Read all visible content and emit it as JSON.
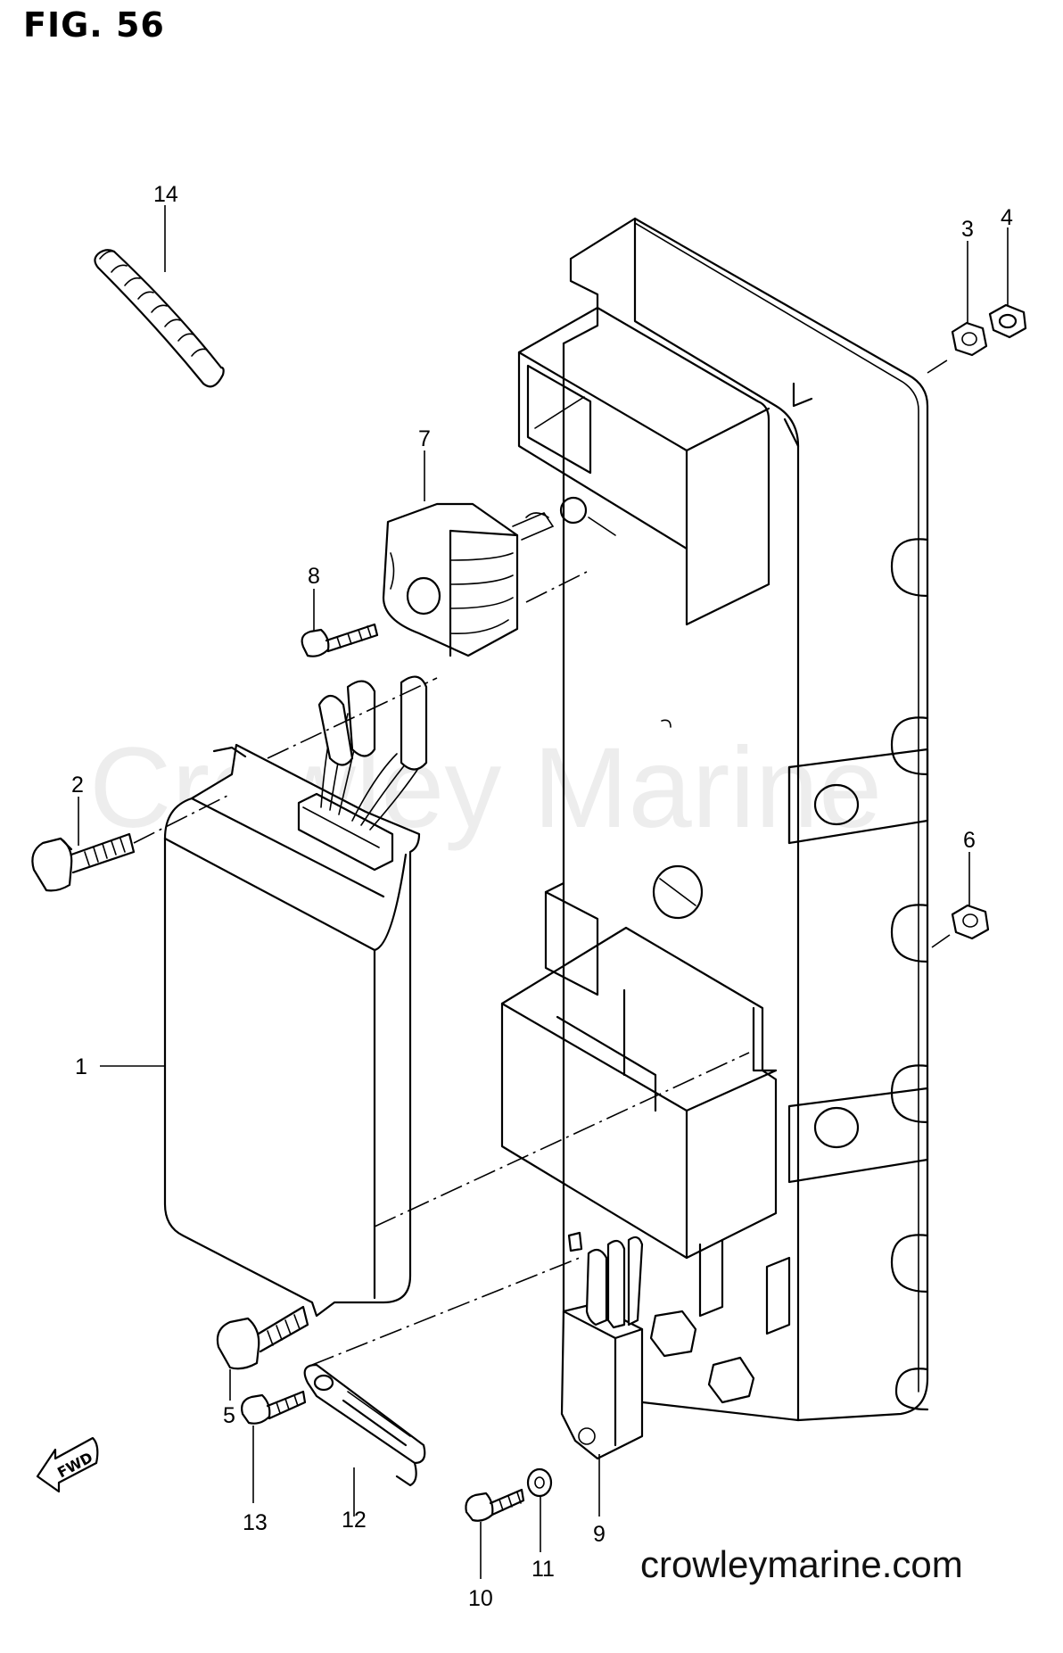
{
  "figure": {
    "title": "FIG. 56"
  },
  "watermark": "Crowley Marine",
  "site_url": "crowleymarine.com",
  "fwd_label": "FWD",
  "callouts": [
    {
      "id": "1",
      "label": "1"
    },
    {
      "id": "2",
      "label": "2"
    },
    {
      "id": "3",
      "label": "3"
    },
    {
      "id": "4",
      "label": "4"
    },
    {
      "id": "5",
      "label": "5"
    },
    {
      "id": "6",
      "label": "6"
    },
    {
      "id": "7",
      "label": "7"
    },
    {
      "id": "8",
      "label": "8"
    },
    {
      "id": "9",
      "label": "9"
    },
    {
      "id": "10",
      "label": "10"
    },
    {
      "id": "11",
      "label": "11"
    },
    {
      "id": "12",
      "label": "12"
    },
    {
      "id": "13",
      "label": "13"
    },
    {
      "id": "14",
      "label": "14"
    }
  ]
}
